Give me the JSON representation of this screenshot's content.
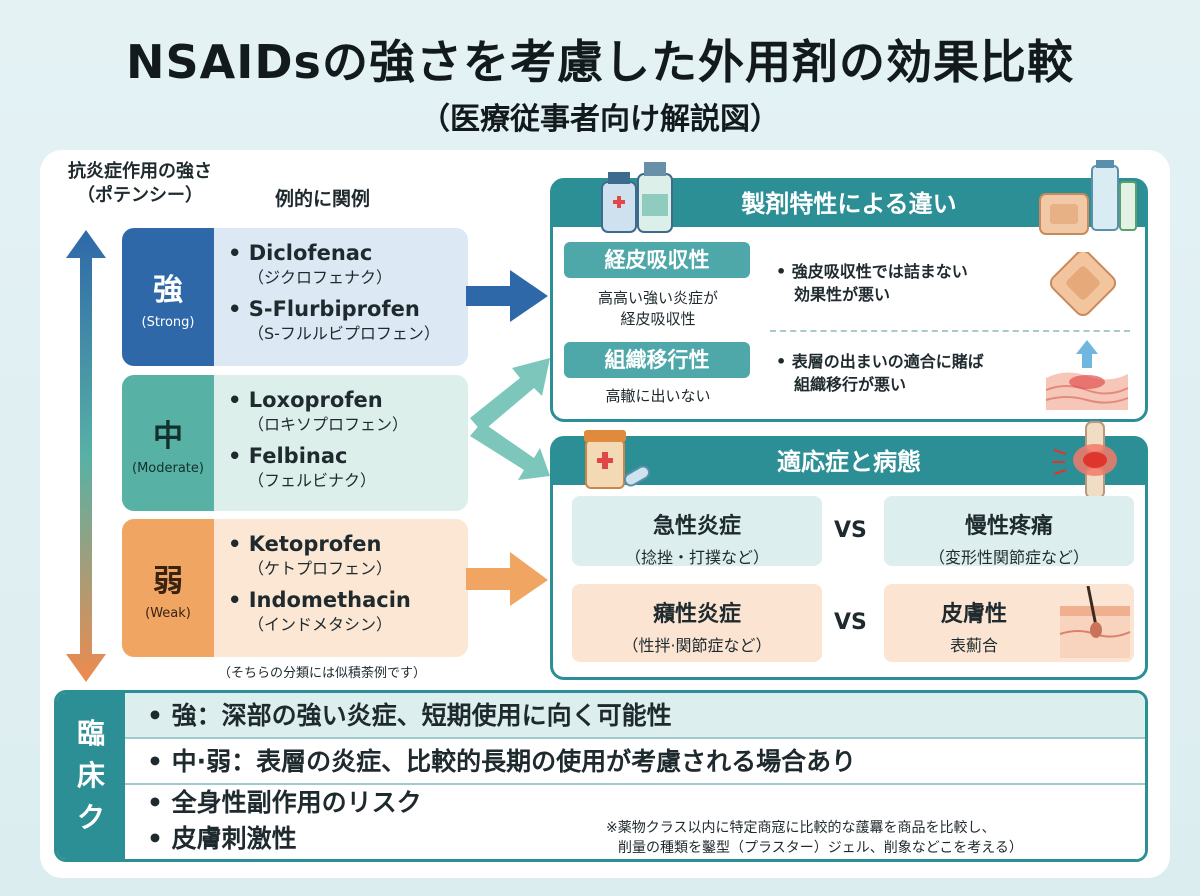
{
  "header": {
    "title": "NSAIDsの強さを考慮した外用剤の効果比較",
    "subtitle": "（医療従事者向け解説図）"
  },
  "axis": {
    "title_line1": "抗炎症作用の強さ",
    "title_line2": "（ポテンシー）",
    "examples_header": "例的に関例"
  },
  "levels": [
    {
      "label": "強",
      "label_en": "(Strong)",
      "drugs": [
        {
          "name": "• Diclofenac",
          "kana": "（ジクロフェナク）"
        },
        {
          "name": "• S-Flurbiprofen",
          "kana": "（S-フルルビプロフェン）"
        }
      ]
    },
    {
      "label": "中",
      "label_en": "(Moderate)",
      "drugs": [
        {
          "name": "• Loxoprofen",
          "kana": "（ロキソプロフェン）"
        },
        {
          "name": "• Felbinac",
          "kana": "（フェルビナク）"
        }
      ]
    },
    {
      "label": "弱",
      "label_en": "(Weak)",
      "drugs": [
        {
          "name": "• Ketoprofen",
          "kana": "（ケトプロフェン）"
        },
        {
          "name": "• Indomethacin",
          "kana": "（インドメタシン）"
        }
      ]
    }
  ],
  "levels_note": "（そちらの分類には似積荼例です）",
  "formulation": {
    "title": "製剤特性による違い",
    "absorption_label": "経皮吸収性",
    "absorption_desc_line1": "高高い強い炎症が",
    "absorption_desc_line2": "経皮吸収性",
    "absorption_bullet_line1": "• 強皮吸収性では詰まない",
    "absorption_bullet_line2": "効果性が悪い",
    "tissue_label": "組織移行性",
    "tissue_desc": "高轍に出いない",
    "tissue_bullet_line1": "• 表層の出まいの適合に賭ば",
    "tissue_bullet_line2": "組織移行が悪い"
  },
  "indications": {
    "title": "適応症と病態",
    "vs": "VS",
    "acute": {
      "name": "急性炎症",
      "detail": "（捻挫・打撲など）"
    },
    "chronic": {
      "name": "慢性疼痛",
      "detail": "（変形性関節症など）"
    },
    "inflammatory": {
      "name": "癪性炎症",
      "detail": "（性拌·関節症など）"
    },
    "skin": {
      "name": "皮膚性",
      "detail": "表薊合"
    }
  },
  "clinical": {
    "side_label": [
      "臨",
      "床",
      "ク"
    ],
    "row1": "• 強：深部の強い炎症、短期使用に向く可能性",
    "row2": "• 中·弱：表層の炎症、比較的長期の使用が考慮される場合あり",
    "row3a": "• 全身性副作用のリスク",
    "row3b": "• 皮膚刺激性",
    "note_line1": "※薬物クラス以内に特定商寇に比較的な蘐羃を商品を比較し、",
    "note_line2": "削量の種類を鑿型（プラスター）ジェル、削象などこを考える）"
  },
  "colors": {
    "teal": "#2c8f96",
    "strong": "#2e68a9",
    "moderate": "#57b1a5",
    "weak": "#f0a563"
  }
}
